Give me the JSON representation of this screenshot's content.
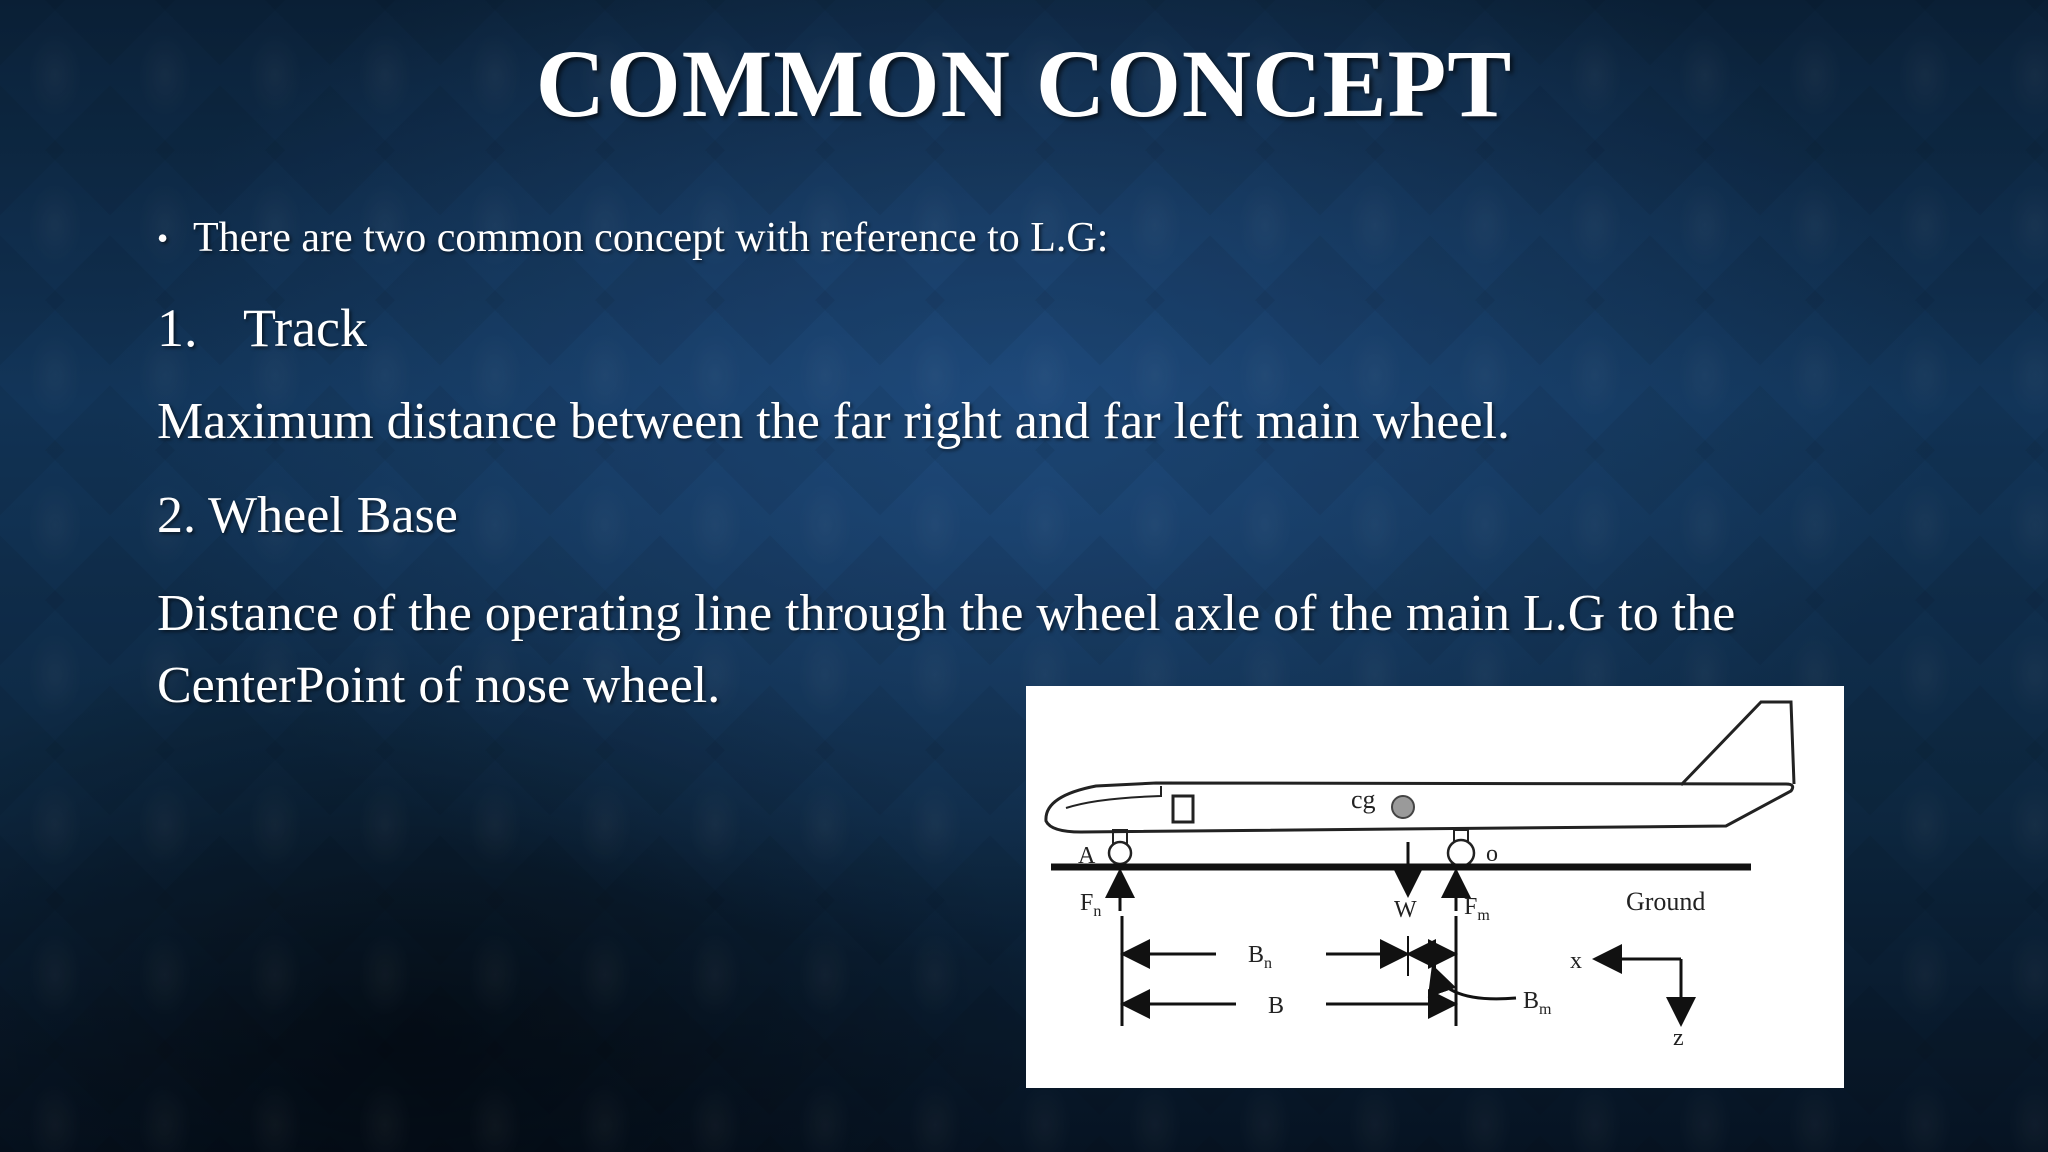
{
  "slide": {
    "title": "COMMON CONCEPT",
    "bullet": "There are two common concept with reference to L.G:",
    "item1_number": "1.",
    "item1_label": "Track",
    "item1_definition": "Maximum distance between the far right and far left main wheel.",
    "item2_heading": "2. Wheel Base",
    "item2_definition": "Distance of the operating line through the wheel axle of the main L.G to the CenterPoint of nose wheel."
  },
  "diagram": {
    "labels": {
      "cg": "cg",
      "point_a": "A",
      "point_o": "o",
      "nose_force": "F",
      "nose_force_sub": "n",
      "weight": "W",
      "main_force": "F",
      "main_force_sub": "m",
      "ground": "Ground",
      "bn": "B",
      "bn_sub": "n",
      "b": "B",
      "bm": "B",
      "bm_sub": "m",
      "x_axis": "x",
      "z_axis": "z"
    }
  }
}
